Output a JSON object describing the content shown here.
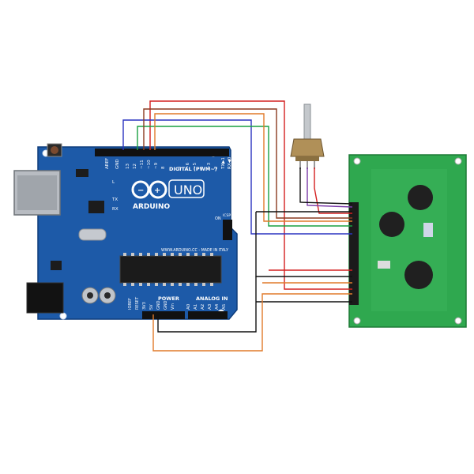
{
  "arduino": {
    "logo_text": "ARDUINO",
    "model": "UNO",
    "header_digital": "DIGITAL (PWM~)",
    "url_text": "WWW.ARDUINO.CC - MADE IN ITALY",
    "power_label": "POWER",
    "analog_label": "ANALOG IN",
    "on_label": "ON",
    "icsp_label": "ICSP",
    "tx_label": "TX",
    "rx_label": "RX",
    "l_label": "L",
    "gnd_label": "GND",
    "aref_label": "AREF",
    "tx_pin_label": "TX▶1",
    "rx_pin_label": "RX◀0",
    "digital_pins": [
      "13",
      "12",
      "~11",
      "~10",
      "~9",
      "8",
      "7",
      "~6",
      "~5",
      "4",
      "~3",
      "2"
    ],
    "power_pins": [
      "IOREF",
      "RESET",
      "3V3",
      "5V",
      "GND",
      "GND",
      "Vin"
    ],
    "analog_pins": [
      "A0",
      "A1",
      "A2",
      "A3",
      "A4",
      "A5"
    ]
  },
  "colors": {
    "board_blue": "#1d5aa8",
    "lcd_green": "#2fa84f",
    "wire_red": "#d42020",
    "wire_blue": "#2a34c0",
    "wire_green": "#18a040",
    "wire_brown": "#8a3a20",
    "wire_black": "#111111",
    "wire_orange": "#e07a2a"
  }
}
